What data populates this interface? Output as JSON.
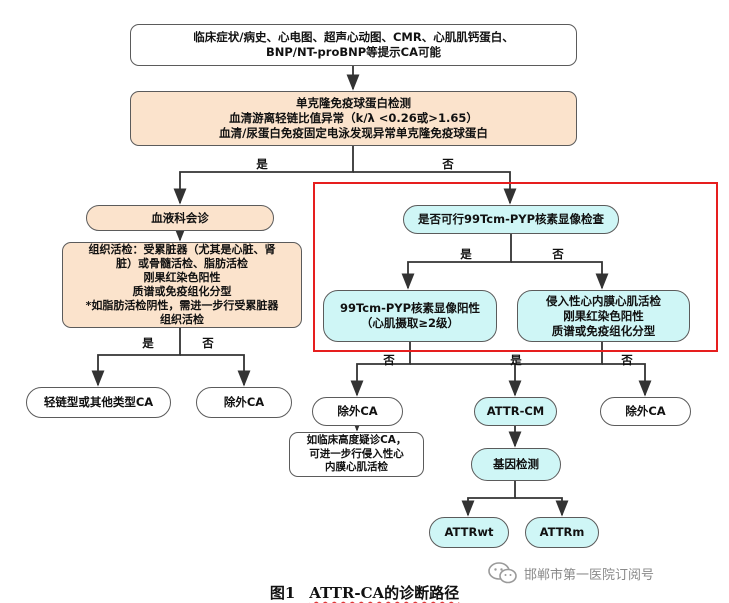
{
  "nodes": {
    "start": {
      "lines": [
        "临床症状/病史、心电图、超声心动图、CMR、心肌肌钙蛋白、",
        "BNP/NT-proBNP等提示CA可能"
      ]
    },
    "monoclonal": {
      "lines": [
        "单克隆免疫球蛋白检测",
        "血清游离轻链比值异常（k/λ <0.26或>1.65）",
        "血清/尿蛋白免疫固定电泳发现异常单克隆免疫球蛋白"
      ]
    },
    "hematology": {
      "lines": [
        "血液科会诊"
      ]
    },
    "biopsy": {
      "lines": [
        "组织活检：受累脏器（尤其是心脏、肾",
        "脏）或骨髓活检、脂肪活检",
        "刚果红染色阳性",
        "质谱或免疫组化分型",
        "*如脂肪活检阴性，需进一步行受累脏器",
        "组织活检"
      ]
    },
    "lightchain": {
      "lines": [
        "轻链型或其他类型CA"
      ]
    },
    "exclude_left": {
      "lines": [
        "除外CA"
      ]
    },
    "pyp_q": {
      "lines": [
        "是否可行99Tcm-PYP核素显像检查"
      ]
    },
    "pyp_pos": {
      "lines": [
        "99Tcm-PYP核素显像阳性",
        "（心肌摄取≥2级）"
      ]
    },
    "invasive": {
      "lines": [
        "侵入性心内膜心肌活检",
        "刚果红染色阳性",
        "质谱或免疫组化分型"
      ]
    },
    "exclude_mid": {
      "lines": [
        "除外CA"
      ]
    },
    "attr_cm": {
      "lines": [
        "ATTR-CM"
      ]
    },
    "exclude_right": {
      "lines": [
        "除外CA"
      ]
    },
    "suspect_note": {
      "lines": [
        "如临床高度疑诊CA，",
        "可进一步行侵入性心",
        "内膜心肌活检"
      ]
    },
    "gene_test": {
      "lines": [
        "基因检测"
      ]
    },
    "attrwt": {
      "lines": [
        "ATTRwt"
      ]
    },
    "attrm": {
      "lines": [
        "ATTRm"
      ]
    }
  },
  "edge_labels": {
    "mono_yes": "是",
    "mono_no": "否",
    "hema_yes": "是",
    "hema_no": "否",
    "pyp_yes": "是",
    "pyp_no": "否",
    "bottom_no_left": "否",
    "bottom_yes": "是",
    "bottom_no_right": "否"
  },
  "caption": {
    "number": "图1",
    "title": "ATTR-CA的诊断路径"
  },
  "watermark": {
    "text": "邯郸市第一医院订阅号"
  },
  "colors": {
    "peach": "#fbe3cc",
    "cyan": "#cff6f6",
    "highlight_frame": "#e61e1e",
    "stroke": "#333333"
  }
}
